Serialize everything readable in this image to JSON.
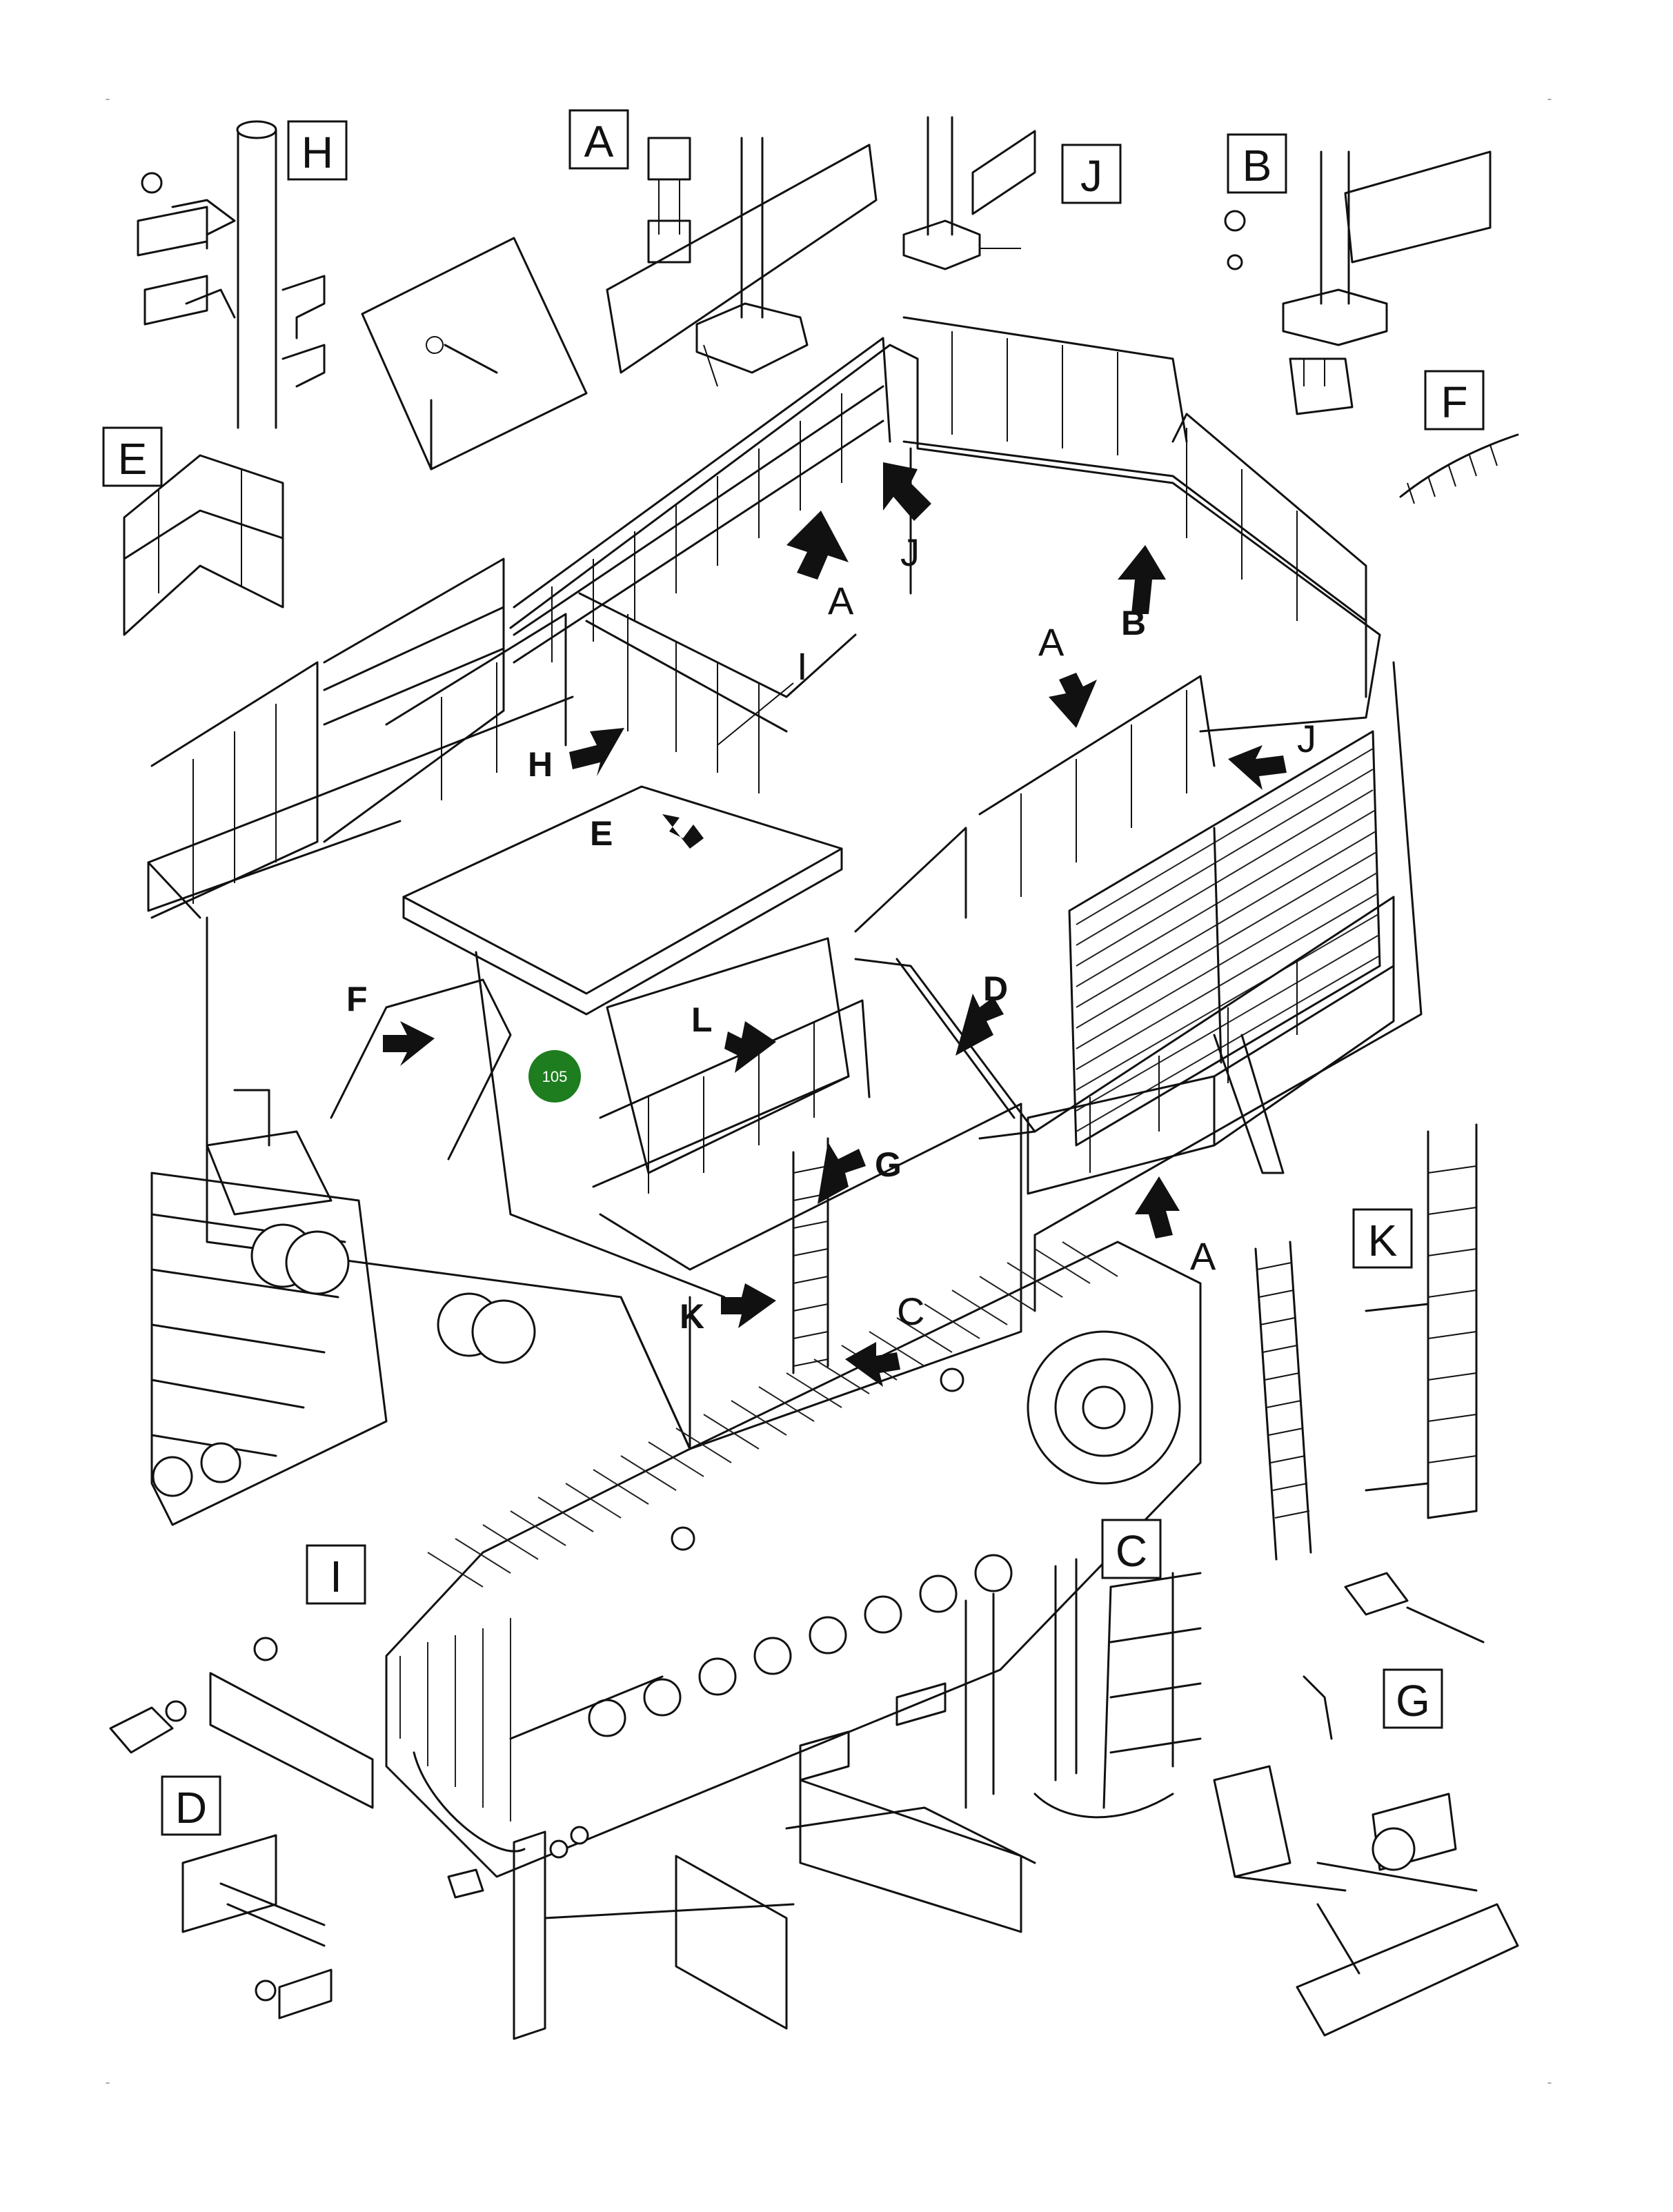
{
  "detail_boxes": {
    "A": "A",
    "B": "B",
    "C": "C",
    "D": "D",
    "E": "E",
    "F": "F",
    "G": "G",
    "H": "H",
    "I": "I",
    "J": "J",
    "K": "K"
  },
  "callouts": {
    "A_top": "A",
    "J_top": "J",
    "B_right": "B",
    "A_upper_right": "A",
    "I_top": "I",
    "J_right": "J",
    "H_left": "H",
    "E_roof": "E",
    "F_left": "F",
    "L_center": "L",
    "D_center": "D",
    "G_center": "G",
    "K_center": "K",
    "C_center": "C",
    "A_lower_right": "A"
  },
  "badge": {
    "label": "105",
    "color": "#1e7d1e"
  },
  "corner_marks": [
    "-",
    "-",
    "-",
    "-"
  ]
}
